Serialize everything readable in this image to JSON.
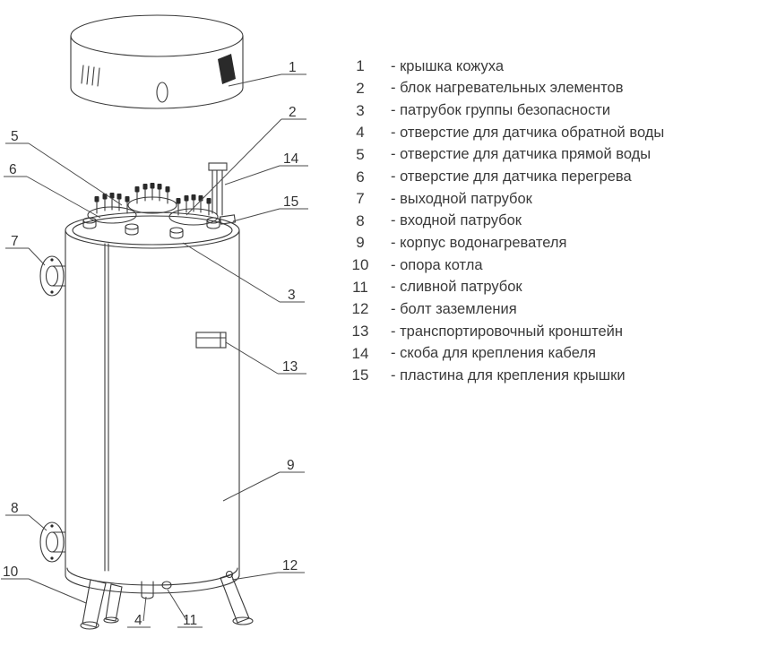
{
  "colors": {
    "line": "#3a3a3a",
    "text": "#333333",
    "background": "#ffffff"
  },
  "callouts": [
    "1",
    "2",
    "3",
    "4",
    "5",
    "6",
    "7",
    "8",
    "9",
    "10",
    "11",
    "12",
    "13",
    "14",
    "15"
  ],
  "legend": {
    "items": [
      {
        "num": "1",
        "text": "- крышка кожуха"
      },
      {
        "num": "2",
        "text": "- блок нагревательных элементов"
      },
      {
        "num": "3",
        "text": "- патрубок группы безопасности"
      },
      {
        "num": "4",
        "text": "- отверстие для датчика обратной воды"
      },
      {
        "num": "5",
        "text": "- отверстие для датчика прямой воды"
      },
      {
        "num": "6",
        "text": "- отверстие для датчика перегрева"
      },
      {
        "num": "7",
        "text": "- выходной патрубок"
      },
      {
        "num": "8",
        "text": "- входной патрубок"
      },
      {
        "num": "9",
        "text": "- корпус водонагревателя"
      },
      {
        "num": "10",
        "text": "- опора котла"
      },
      {
        "num": "11",
        "text": "- сливной патрубок"
      },
      {
        "num": "12",
        "text": "- болт заземления"
      },
      {
        "num": "13",
        "text": "- транспортировочный кронштейн"
      },
      {
        "num": "14",
        "text": "- скоба для крепления кабеля"
      },
      {
        "num": "15",
        "text": "- пластина для крепления крышки"
      }
    ]
  }
}
